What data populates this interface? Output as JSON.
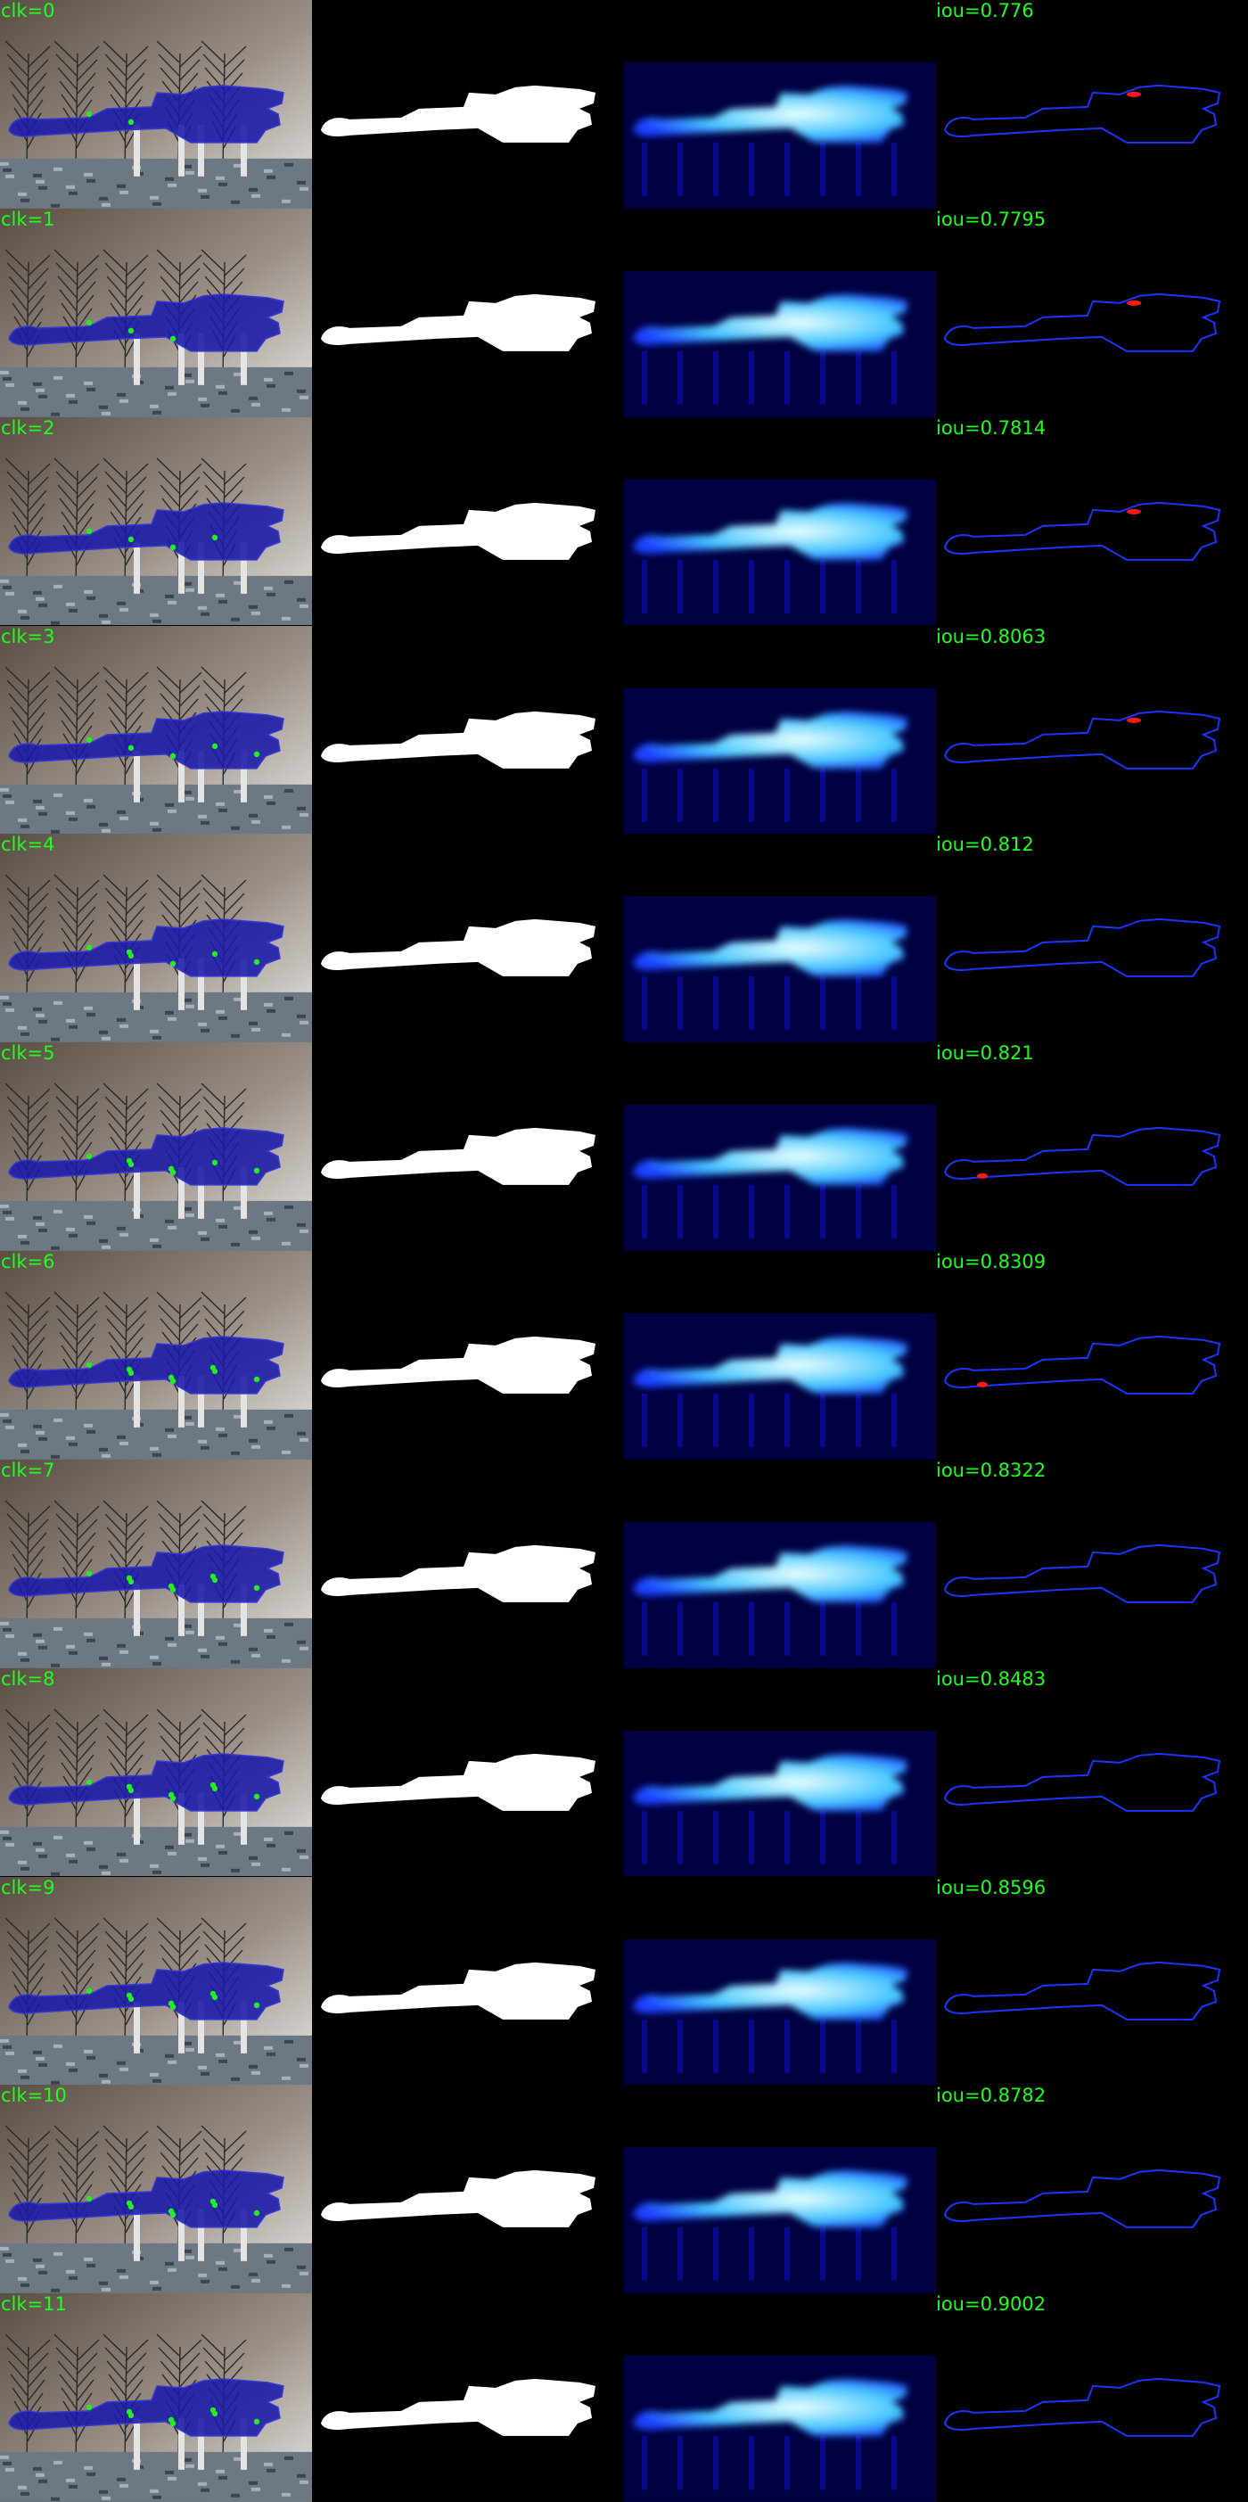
{
  "panels": [
    "image-with-overlay",
    "predicted-mask",
    "probability-heatmap",
    "error-map"
  ],
  "colors": {
    "label_text": "#1dff1d",
    "overlay": "#1a1aa8",
    "mask": "#ffffff",
    "heatmap_low": "#000078",
    "heatmap_high": "#e8ffff",
    "error_fn": "#1a33ff",
    "error_fp": "#ff1a1a",
    "clicks": "#22ee22"
  },
  "rows": [
    {
      "clk": "clk=0",
      "iou": "iou=0.776"
    },
    {
      "clk": "clk=1",
      "iou": "iou=0.7795"
    },
    {
      "clk": "clk=2",
      "iou": "iou=0.7814"
    },
    {
      "clk": "clk=3",
      "iou": "iou=0.8063"
    },
    {
      "clk": "clk=4",
      "iou": "iou=0.812"
    },
    {
      "clk": "clk=5",
      "iou": "iou=0.821"
    },
    {
      "clk": "clk=6",
      "iou": "iou=0.8309"
    },
    {
      "clk": "clk=7",
      "iou": "iou=0.8322"
    },
    {
      "clk": "clk=8",
      "iou": "iou=0.8483"
    },
    {
      "clk": "clk=9",
      "iou": "iou=0.8596"
    },
    {
      "clk": "clk=10",
      "iou": "iou=0.8782"
    },
    {
      "clk": "clk=11",
      "iou": "iou=0.9002"
    }
  ]
}
